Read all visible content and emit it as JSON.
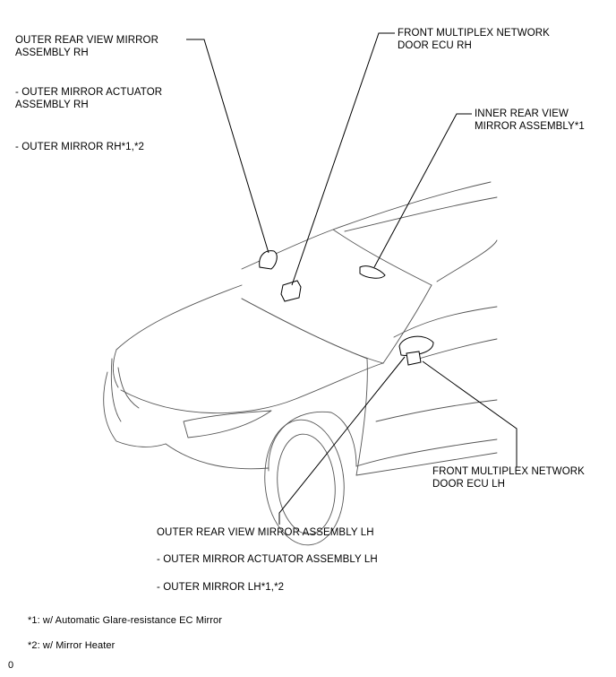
{
  "labels": {
    "outer_mirror_rh": {
      "title": [
        "OUTER REAR VIEW MIRROR",
        "ASSEMBLY RH"
      ],
      "sub1": [
        "- OUTER MIRROR ACTUATOR",
        "ASSEMBLY RH"
      ],
      "sub2": "- OUTER MIRROR RH*1,*2"
    },
    "door_ecu_rh": [
      "FRONT MULTIPLEX NETWORK",
      "DOOR ECU RH"
    ],
    "inner_mirror": [
      "INNER REAR VIEW",
      "MIRROR ASSEMBLY*1"
    ],
    "door_ecu_lh": [
      "FRONT MULTIPLEX NETWORK",
      "DOOR ECU LH"
    ],
    "outer_mirror_lh": {
      "title": "OUTER REAR VIEW MIRROR ASSEMBLY LH",
      "sub1": "- OUTER MIRROR ACTUATOR ASSEMBLY LH",
      "sub2": "- OUTER MIRROR LH*1,*2"
    }
  },
  "notes": [
    "*1: w/ Automatic Glare-resistance EC Mirror",
    "*2: w/ Mirror Heater"
  ],
  "figure_id": "0",
  "colors": {
    "line": "#000000",
    "car_outline": "#555555"
  }
}
